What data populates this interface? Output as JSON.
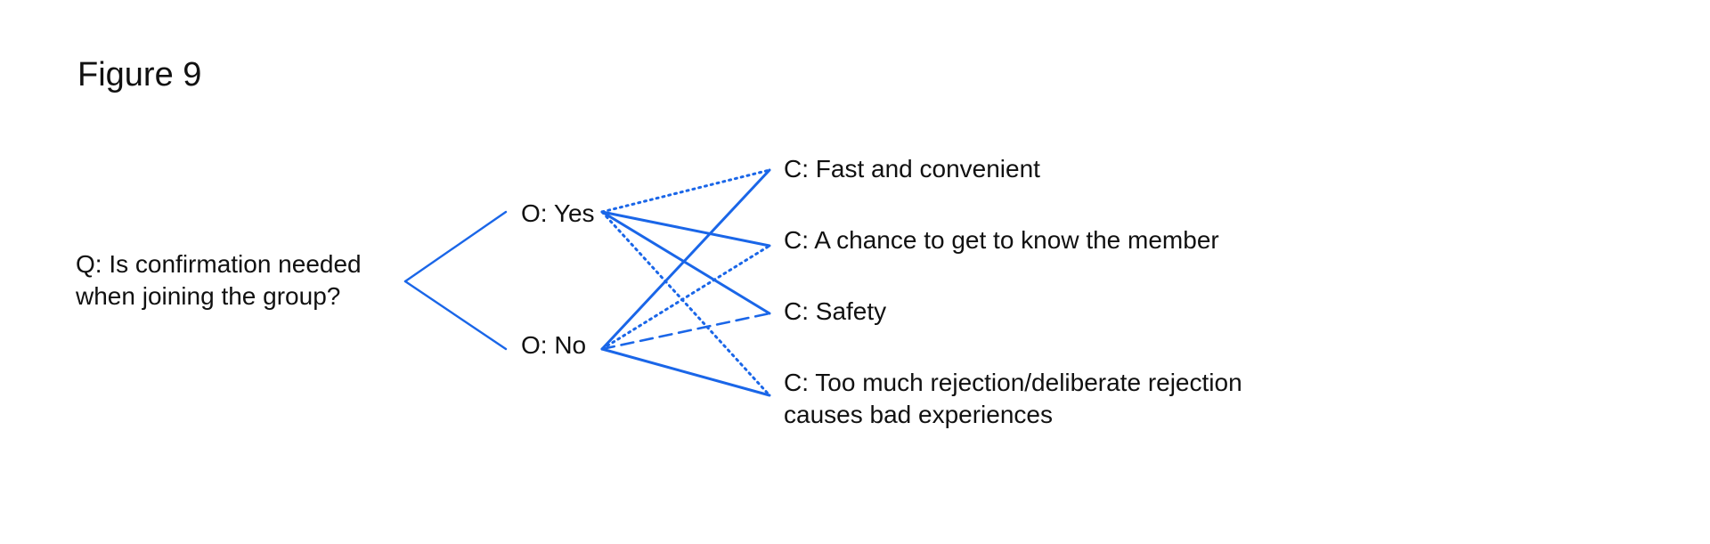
{
  "figure_title": "Figure 9",
  "colors": {
    "edge": "#1a66e8",
    "text": "#111111"
  },
  "question": {
    "line1": "Q: Is confirmation needed",
    "line2": "when joining the group?"
  },
  "options": [
    {
      "id": "yes",
      "label": "O: Yes"
    },
    {
      "id": "no",
      "label": "O: No"
    }
  ],
  "consequences": [
    {
      "id": "fast",
      "lines": [
        "C: Fast and convenient"
      ]
    },
    {
      "id": "member",
      "lines": [
        "C: A chance to get to know the member"
      ]
    },
    {
      "id": "safety",
      "lines": [
        "C: Safety"
      ]
    },
    {
      "id": "rejection",
      "lines": [
        "C: Too much rejection/deliberate rejection",
        "causes bad experiences"
      ]
    }
  ],
  "edges": [
    {
      "from": "question",
      "to": "yes",
      "style": "solid"
    },
    {
      "from": "question",
      "to": "no",
      "style": "solid"
    },
    {
      "from": "yes",
      "to": "fast",
      "style": "dotted"
    },
    {
      "from": "yes",
      "to": "member",
      "style": "solid"
    },
    {
      "from": "yes",
      "to": "safety",
      "style": "solid"
    },
    {
      "from": "yes",
      "to": "rejection",
      "style": "dotted"
    },
    {
      "from": "no",
      "to": "fast",
      "style": "solid"
    },
    {
      "from": "no",
      "to": "member",
      "style": "dotted"
    },
    {
      "from": "no",
      "to": "safety",
      "style": "dashed"
    },
    {
      "from": "no",
      "to": "rejection",
      "style": "solid"
    }
  ]
}
